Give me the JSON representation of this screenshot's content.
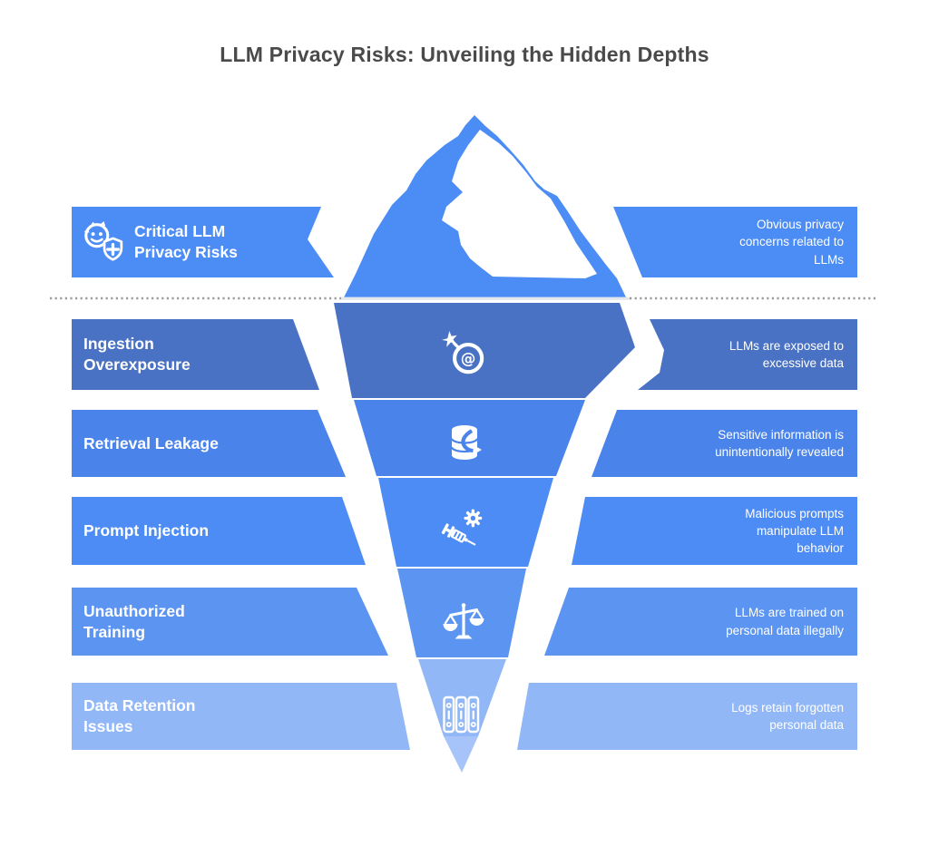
{
  "title": "LLM Privacy Risks: Unveiling the Hidden Depths",
  "rows": [
    {
      "label": "Critical LLM Privacy Risks",
      "description": "Obvious privacy concerns related to LLMs",
      "icon": "privacy-shield-face-icon",
      "color": "#4c8df5",
      "zone": "above-waterline"
    },
    {
      "label": "Ingestion Overexposure",
      "description": "LLMs are exposed to excessive data",
      "icon": "email-bomb-icon",
      "color": "#4a72c4",
      "zone": "below-waterline"
    },
    {
      "label": "Retrieval Leakage",
      "description": "Sensitive information is unintentionally revealed",
      "icon": "database-leak-icon",
      "color": "#4a83ea",
      "zone": "below-waterline"
    },
    {
      "label": "Prompt Injection",
      "description": "Malicious prompts manipulate LLM behavior",
      "icon": "prompt-injection-icon",
      "color": "#4d8cf4",
      "zone": "below-waterline"
    },
    {
      "label": "Unauthorized Training",
      "description": "LLMs are trained on personal data illegally",
      "icon": "scales-of-justice-icon",
      "color": "#5b94f1",
      "zone": "below-waterline"
    },
    {
      "label": "Data Retention Issues",
      "description": "Logs retain forgotten personal data",
      "icon": "archive-binders-icon",
      "color": "#92b7f7",
      "zone": "below-waterline"
    }
  ],
  "colors": {
    "background": "#ffffff",
    "title_text": "#4a4a4a",
    "label_text": "#ffffff",
    "dotted_line": "#9b9b9b",
    "iceberg_facet": "#ffffff",
    "iceberg_tip": "#a6c4f9"
  }
}
